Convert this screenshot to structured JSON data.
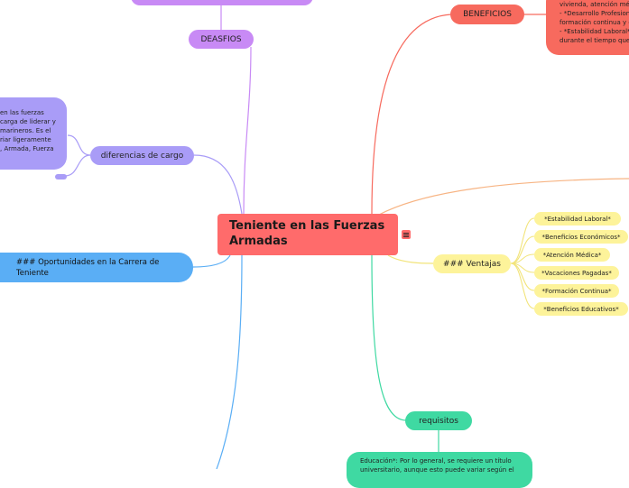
{
  "central": {
    "title": "Teniente en las Fuerzas Armadas",
    "menu_icon": "hamburger-menu-icon"
  },
  "desafios": {
    "label": "DEASFIOS"
  },
  "beneficios": {
    "label": "BENEFICIOS",
    "detail_lines": [
      "vivienda, atención méd",
      "- *Desarrollo Profesion",
      "formación continua y e",
      "- *Estabilidad Laboral*",
      "durante el tiempo que"
    ]
  },
  "diferencias": {
    "label": "diferencias de cargo",
    "detail_lines": [
      "en las fuerzas",
      "carga de liderar y",
      "marineros. Es el",
      "riar ligeramente",
      ", Armada, Fuerza"
    ]
  },
  "oportunidades": {
    "label": "### Oportunidades en la Carrera de Teniente"
  },
  "ventajas": {
    "label": "### Ventajas",
    "items": [
      "*Estabilidad Laboral*",
      "*Beneficios Económicos*",
      "*Atención Médica*",
      "*Vacaciones Pagadas*",
      "*Formación Continua*",
      "*Beneficios Educativos*"
    ]
  },
  "requisitos": {
    "label": "requisitos",
    "detail_lines": [
      "Educación*: Por lo general, se requiere un título",
      "universitario, aunque esto puede variar según el"
    ]
  },
  "colors": {
    "central": "#ff6b6b",
    "beneficios": "#f76a5e",
    "purple": "#c88af5",
    "lavender": "#a99cf7",
    "blue": "#5aaef5",
    "yellow": "#fdf39a",
    "green": "#3fd9a2",
    "orange_line": "#f7b483"
  }
}
